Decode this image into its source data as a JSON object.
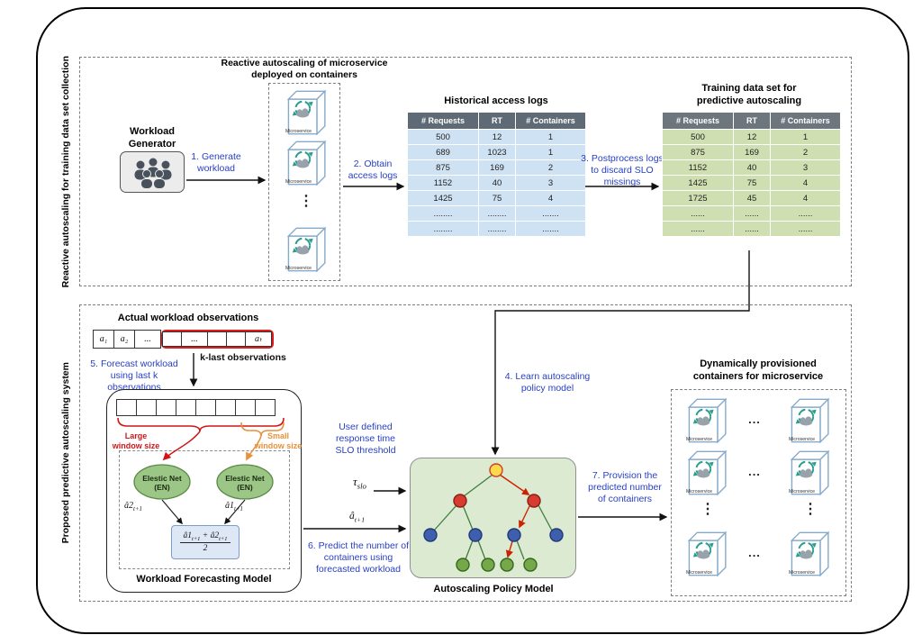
{
  "sections": {
    "top_label": "Reactive autoscaling for training data set collection",
    "bottom_label": "Proposed predictive autoscaling system"
  },
  "labels": {
    "microservice": "Microservice",
    "hdots": "...",
    "vdots": "⋮"
  },
  "workload_generator": {
    "title": "Workload Generator"
  },
  "steps": {
    "s1": "1. Generate workload",
    "s2": "2. Obtain access logs",
    "s3": "3. Postprocess logs to discard SLO missings",
    "s4": "4. Learn autoscaling policy model",
    "s5": "5. Forecast workload using last k observations",
    "s6": "6. Predict the number of containers using forecasted workload",
    "s7": "7. Provision the predicted number of containers"
  },
  "micro_stack": {
    "title": "Reactive autoscaling of microservice deployed on containers"
  },
  "historical_table": {
    "title": "Historical access logs",
    "headers": [
      "# Requests",
      "RT",
      "# Containers"
    ],
    "rows": [
      [
        "500",
        "12",
        "1"
      ],
      [
        "689",
        "1023",
        "1"
      ],
      [
        "875",
        "169",
        "2"
      ],
      [
        "1152",
        "40",
        "3"
      ],
      [
        "1425",
        "75",
        "4"
      ],
      [
        "........",
        "........",
        "......."
      ],
      [
        "........",
        "........",
        "......."
      ]
    ]
  },
  "training_table": {
    "title": "Training data set for predictive autoscaling",
    "headers": [
      "# Requests",
      "RT",
      "# Containers"
    ],
    "rows": [
      [
        "500",
        "12",
        "1"
      ],
      [
        "875",
        "169",
        "2"
      ],
      [
        "1152",
        "40",
        "3"
      ],
      [
        "1425",
        "75",
        "4"
      ],
      [
        "1725",
        "45",
        "4"
      ],
      [
        "......",
        "......",
        "......"
      ],
      [
        "......",
        "......",
        "......"
      ]
    ]
  },
  "observations": {
    "title": "Actual workload observations",
    "lead_cells": [
      "a₁",
      "a₂",
      "..."
    ],
    "window_cells": [
      "",
      "...",
      "",
      "",
      "aₜ"
    ],
    "k_label": "k-last observations"
  },
  "forecast_model": {
    "title": "Workload Forecasting Model",
    "large_window": "Large window size",
    "small_window": "Small window size",
    "en_line1": "Elestic Net",
    "en_line2": "(EN)",
    "out_left_main": "â2",
    "out_right_main": "â1",
    "out_sub": "t+1",
    "avg_n1": "â1",
    "avg_n1_sub": "t+1",
    "avg_plus": "+",
    "avg_n2": "â2",
    "avg_n2_sub": "t+1",
    "avg_den": "2"
  },
  "policy": {
    "title": "Autoscaling Policy Model",
    "slo_text": "User defined response time SLO threshold",
    "tau_main": "τ",
    "tau_sub": "slo",
    "ahat_main": "â",
    "ahat_sub": "t+1"
  },
  "containers": {
    "title": "Dynamically provisioned containers for microservice"
  },
  "colors": {
    "step_blue": "#2840c4",
    "hist_header": "#5e6b76",
    "hist_row": "#cfe2f3",
    "train_header": "#6d757d",
    "train_row": "#cfdfb2",
    "policy_bg": "#dcead2",
    "red": "#d11616",
    "orange": "#e8913a",
    "en_green": "#9cc686"
  }
}
